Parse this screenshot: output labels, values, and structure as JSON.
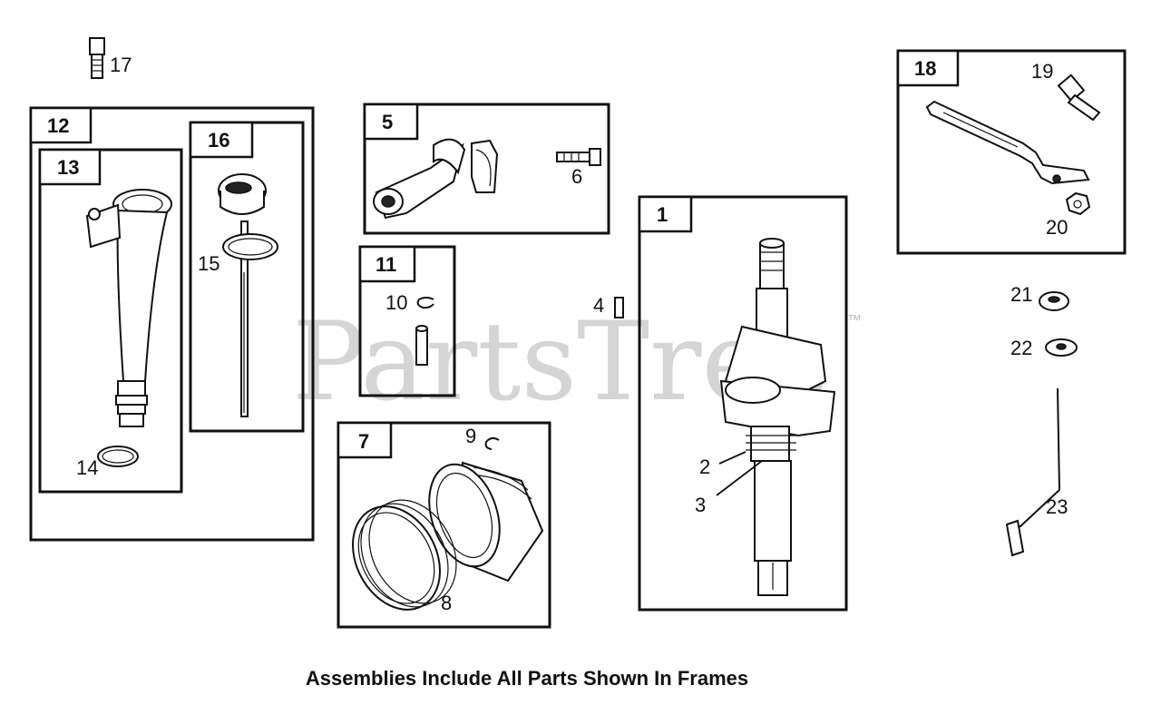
{
  "watermark": {
    "brand": "PartsTree",
    "trademark": "™"
  },
  "frames": {
    "f12": "12",
    "f13": "13",
    "f16": "16",
    "f5": "5",
    "f11": "11",
    "f7": "7",
    "f1": "1",
    "f18": "18"
  },
  "callouts": {
    "c17": "17",
    "c14": "14",
    "c15": "15",
    "c6": "6",
    "c10": "10",
    "c4": "4",
    "c9": "9",
    "c8": "8",
    "c2": "2",
    "c3": "3",
    "c19": "19",
    "c20": "20",
    "c21": "21",
    "c22": "22",
    "c23": "23"
  },
  "caption": "Assemblies Include All Parts Shown In Frames"
}
